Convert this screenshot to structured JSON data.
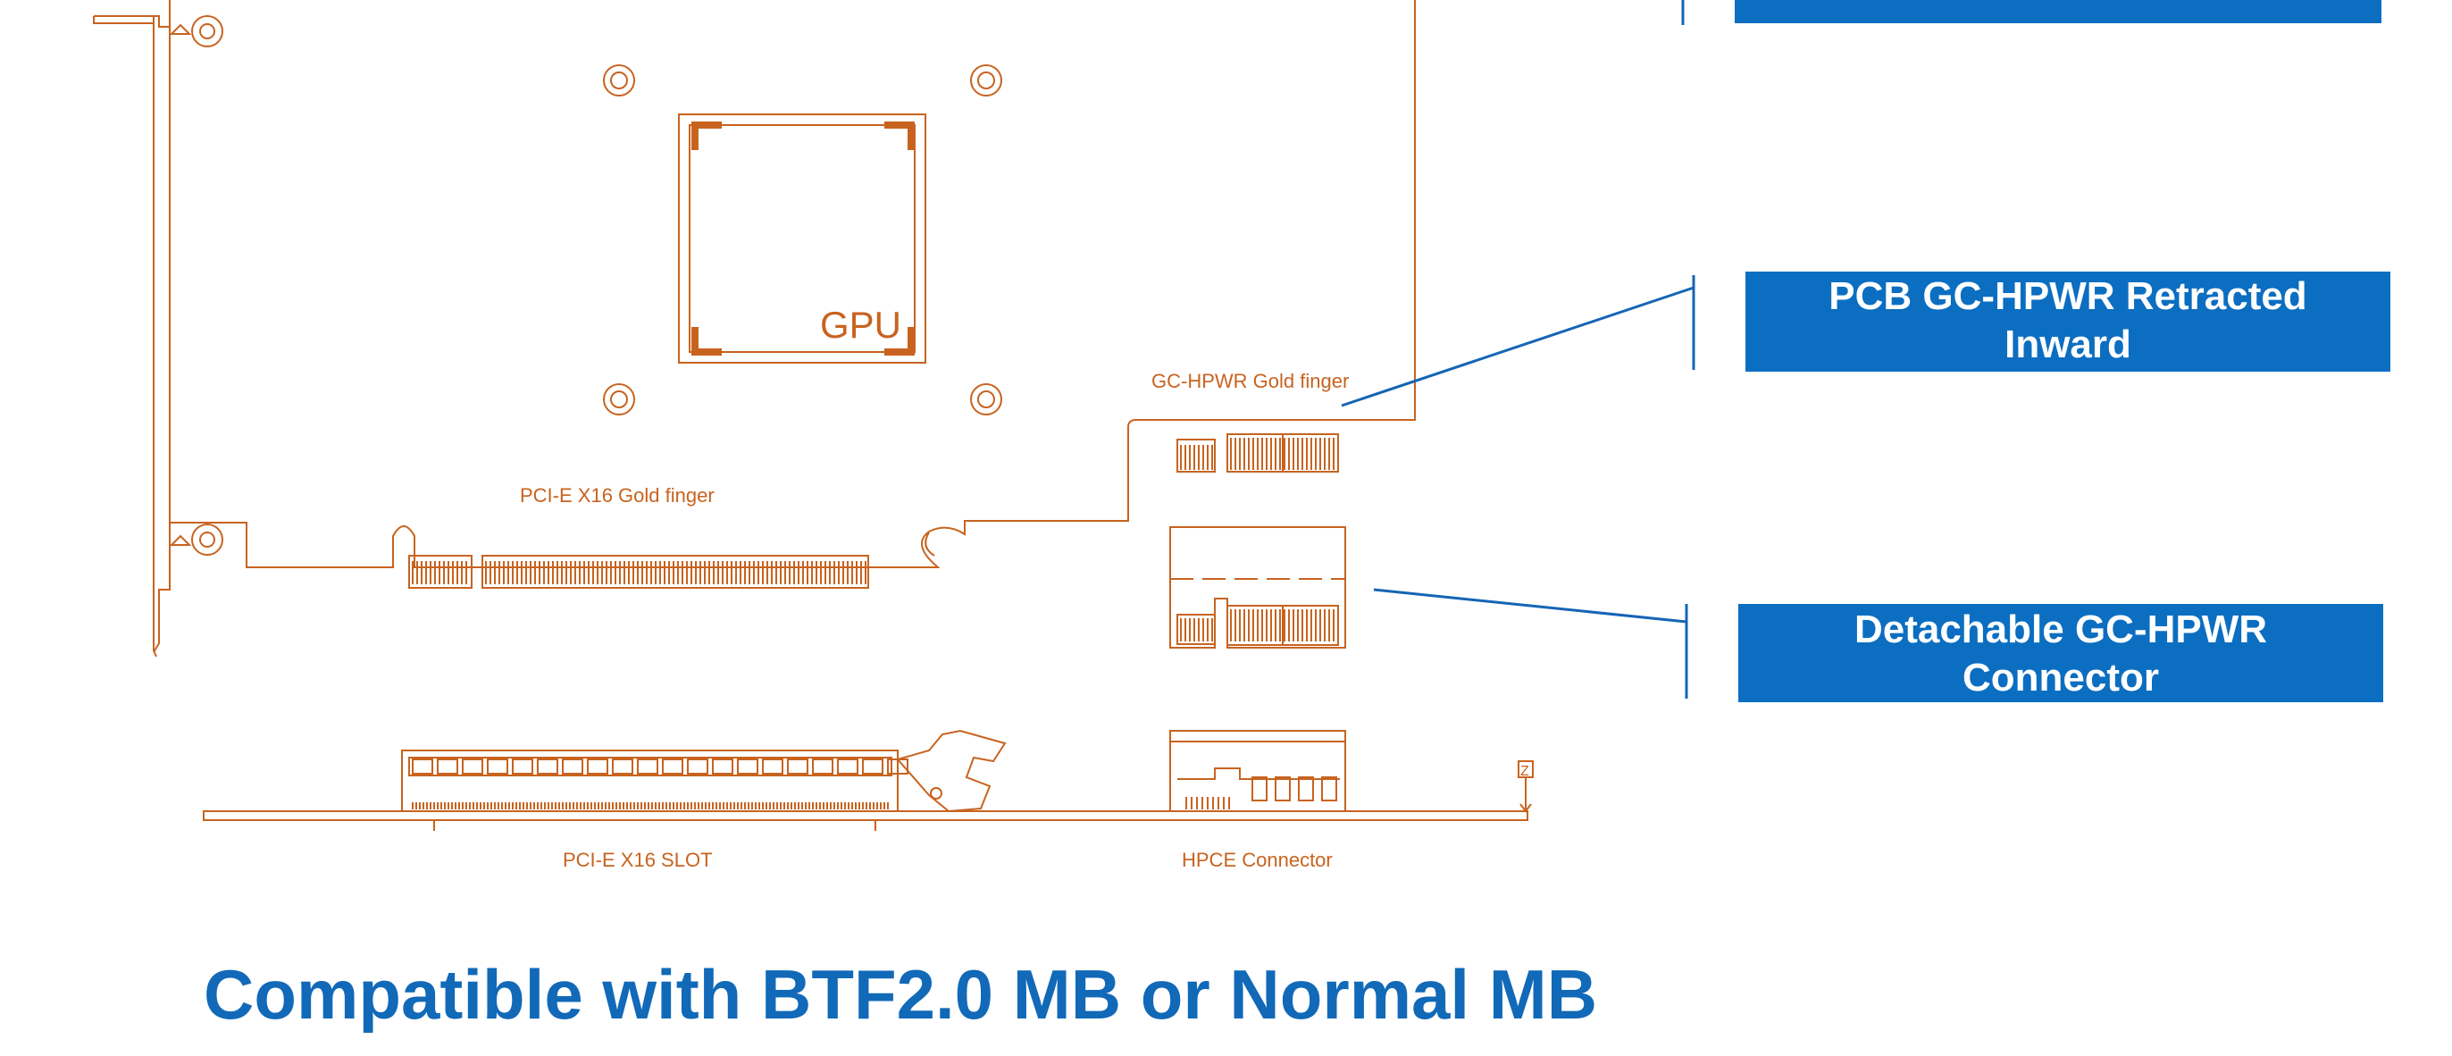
{
  "diagram": {
    "gpu_label": "GPU",
    "pcie_gold_finger_label": "PCI-E X16 Gold finger",
    "gchpwr_gold_finger_label": "GC-HPWR Gold finger",
    "pcie_slot_label": "PCI-E X16 SLOT",
    "hpce_connector_label": "HPCE Connector",
    "z_marker": "Z",
    "line_color": "#c8631f"
  },
  "callouts": {
    "top_label": "",
    "pcb_label_line1": "PCB GC-HPWR Retracted",
    "pcb_label_line2": "Inward",
    "detachable_label_line1": "Detachable GC-HPWR",
    "detachable_label_line2": "Connector",
    "box_color": "#0b6ec1",
    "text_color": "#ffffff"
  },
  "headline": "Compatible with BTF2.0 MB or Normal MB",
  "headline_color": "#1169b8"
}
